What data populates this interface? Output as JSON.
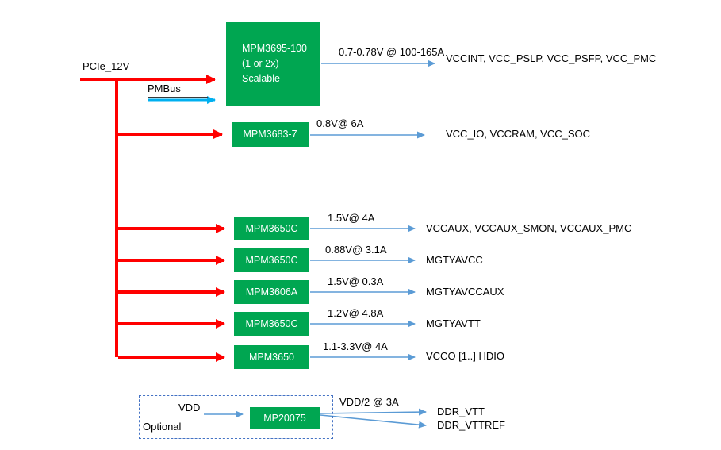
{
  "colors": {
    "module_green": "#00A651",
    "power_red": "#FF0000",
    "arrow_blue": "#5B9BD5",
    "pmbus_cyan": "#00B0F0"
  },
  "diagram": {
    "input_label": "PCIe_12V",
    "pmbus_label": "PMBus",
    "main_module": {
      "name": "MPM3695-100\n(1 or 2x)\nScalable",
      "output": "0.7-0.78V @ 100-165A",
      "rails": "VCCINT, VCC_PSLP, VCC_PSFP, VCC_PMC"
    },
    "rows": [
      {
        "module": "MPM3683-7",
        "output": "0.8V@ 6A",
        "rails": "VCC_IO, VCCRAM, VCC_SOC"
      },
      {
        "module": "MPM3650C",
        "output": "1.5V@ 4A",
        "rails": "VCCAUX, VCCAUX_SMON, VCCAUX_PMC"
      },
      {
        "module": "MPM3650C",
        "output": "0.88V@ 3.1A",
        "rails": "MGTYAVCC"
      },
      {
        "module": "MPM3606A",
        "output": "1.5V@ 0.3A",
        "rails": "MGTYAVCCAUX"
      },
      {
        "module": "MPM3650C",
        "output": "1.2V@ 4.8A",
        "rails": "MGTYAVTT"
      },
      {
        "module": "MPM3650",
        "output": "1.1-3.3V@ 4A",
        "rails": "VCCO [1..] HDIO"
      }
    ],
    "optional": {
      "label": "Optional",
      "input": "VDD",
      "module": "MP20075",
      "output": "VDD/2 @ 3A",
      "rails_1": "DDR_VTT",
      "rails_2": "DDR_VTTREF"
    }
  }
}
